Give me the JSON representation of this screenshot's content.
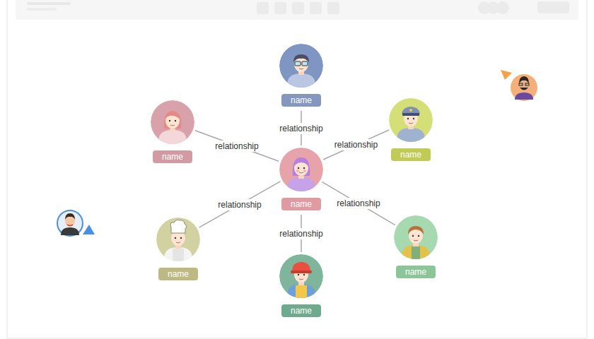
{
  "diagram": {
    "nodes": [
      {
        "text": [
          "name"
        ]
      },
      {
        "text": [
          "name"
        ]
      },
      {
        "text": [
          "name"
        ]
      },
      {
        "text": [
          "name"
        ]
      },
      {
        "text": [
          "name"
        ]
      },
      {
        "text": [
          "name"
        ]
      },
      {
        "text": [
          "name"
        ]
      }
    ],
    "edges": [
      {
        "from": 3,
        "to": 0,
        "arrow": "none",
        "label": "relationship"
      },
      {
        "from": 3,
        "to": 1,
        "arrow": "none",
        "label": "relationship"
      },
      {
        "from": 3,
        "to": 2,
        "arrow": "none",
        "label": "relationship"
      },
      {
        "from": 3,
        "to": 4,
        "arrow": "none",
        "label": "relationship"
      },
      {
        "from": 3,
        "to": 6,
        "arrow": "none",
        "label": "relationship"
      },
      {
        "from": 3,
        "to": 5,
        "arrow": "none",
        "label": "relationship"
      }
    ]
  }
}
